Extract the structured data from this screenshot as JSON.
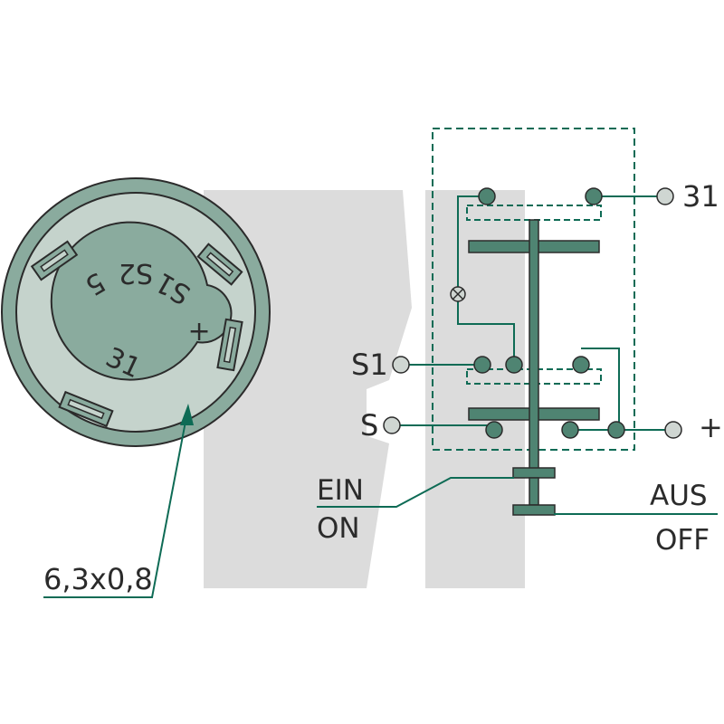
{
  "connector_face": {
    "terminals": [
      "S2",
      "S1",
      "+",
      "31",
      "5"
    ]
  },
  "callout": {
    "dimension": "6,3x0,8"
  },
  "schematic": {
    "terminal_labels": {
      "t31": "31",
      "s1": "S1",
      "s": "S",
      "plus": "+"
    },
    "position_labels": {
      "on_de": "EIN",
      "on_en": "ON",
      "off_de": "AUS",
      "off_en": "OFF"
    }
  },
  "colors": {
    "body_green": "#8aab9e",
    "dark_green": "#4f8472",
    "light_fill": "#c5d3cc",
    "node_fill": "#cfd6d2",
    "watermark": "#dcdcdc",
    "outline": "#2b2b2b",
    "leader": "#0e6b55"
  }
}
